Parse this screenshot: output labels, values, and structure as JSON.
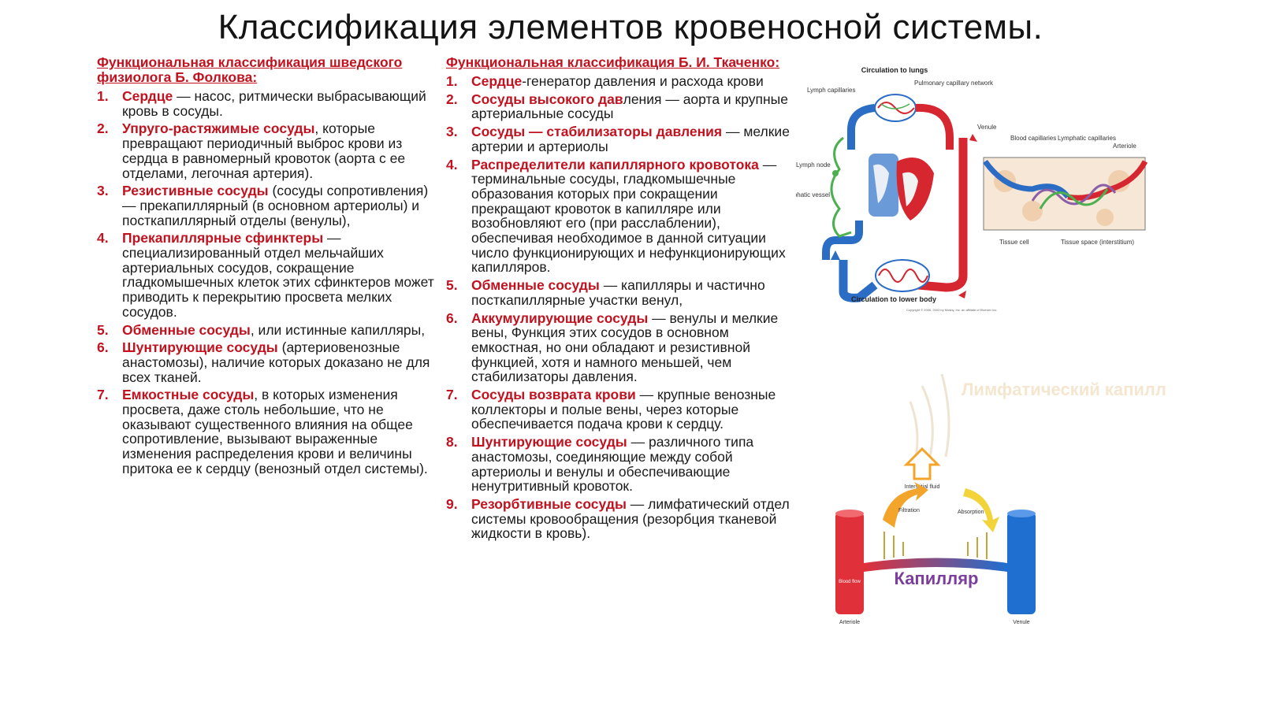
{
  "title": "Классификация элементов кровеносной системы.",
  "left_column": {
    "heading": "Функциональная классификация шведского физиолога Б. Фолкова:",
    "items": [
      {
        "num": "1.",
        "term": "Сердце",
        "text": " — насос, ритмически выбрасывающий кровь в сосуды."
      },
      {
        "num": "2.",
        "term": "Упруго-растяжимые сосуды",
        "text": ", которые превращают периодичный выброс крови из сердца в равномерный кровоток (аорта с ее отделами, легочная артерия)."
      },
      {
        "num": "3.",
        "term": "Резистивные сосуды",
        "text": " (сосуды сопротивления) — прекапиллярный (в основном артериолы) и посткапиллярный отделы (венулы),"
      },
      {
        "num": "4.",
        "term": "Прекапиллярные сфинктеры",
        "text": " — специализированный отдел мельчайших артериальных сосудов, сокращение гладкомышечных клеток этих сфинктеров может приводить к перекрытию просвета мелких сосудов."
      },
      {
        "num": "5.",
        "term": "Обменные сосуды",
        "text": ", или истинные капилляры,"
      },
      {
        "num": "6.",
        "term": "Шунтирующие сосуды",
        "text": " (артериовенозные анастомозы), наличие которых доказано не для всех тканей."
      },
      {
        "num": "7.",
        "term": "Емкостные сосуды",
        "text": ", в которых изменения просвета, даже столь небольшие, что не оказывают существенного влияния на общее сопротивление, вызывают выраженные изменения распределения крови и величины притока ее к сердцу (венозный отдел системы)."
      }
    ]
  },
  "middle_column": {
    "heading": "Функциональная классификация Б. И. Ткаченко:",
    "items": [
      {
        "num": "1.",
        "term": "Сердце",
        "text": "-генератор давления и расхода крови"
      },
      {
        "num": "2.",
        "term": "Сосуды высокого дав",
        "text": "ления — аорта и крупные артериальные сосуды"
      },
      {
        "num": "3.",
        "term": "Сосуды — стабилизаторы давления",
        "text": " — мелкие артерии и артериолы"
      },
      {
        "num": "4.",
        "term": "Распределители капиллярного кровотока",
        "text": " — терминальные сосуды, гладкомышечные образования которых при сокращении прекращают кровоток в капилляре или возобновляют его (при расслаблении), обеспечивая необходимое в данной ситуации число функционирующих и нефункционирующих капилляров."
      },
      {
        "num": "5.",
        "term": "Обменные сосуды",
        "text": " — капилляры и частично посткапиллярные участки венул,"
      },
      {
        "num": "6.",
        "term": "Аккумулирующие сосуды",
        "text": " — венулы и мелкие вены, Функция этих сосудов в основном емкостная, но они обладают и резистивной функцией, хотя и намного меньшей, чем стабилизаторы давления."
      },
      {
        "num": "7.",
        "term": "Сосуды возврата крови",
        "text": " — крупные венозные коллекторы и полые вены, через которые обеспечивается подача крови к сердцу."
      },
      {
        "num": "8.",
        "term": "Шунтирующие сосуды",
        "text": " — различного типа анастомозы, соединяющие между собой артериолы и венулы и обеспечивающие ненутритивный кровоток."
      },
      {
        "num": "9.",
        "term": "Резорбтивные сосуды",
        "text": " — лимфатический отдел системы кровообращения (резорбция тканевой жидкости в кровь)."
      }
    ]
  },
  "circulation_figure": {
    "labels": {
      "to_lungs": "Circulation to lungs",
      "pulmonary": "Pulmonary capillary network",
      "lymph_capillaries": "Lymph capillaries",
      "venule": "Venule",
      "blood_capillaries": "Blood capillaries",
      "lymphatic_capillaries": "Lymphatic capillaries",
      "arteriole": "Arteriole",
      "lymph_node": "Lymph node",
      "lymphatic_vessel": "Lymphatic vessel",
      "tissue_cell": "Tissue cell",
      "tissue_space": "Tissue space (interstitium)",
      "to_lower_body": "Circulation to lower body",
      "copyright": "Copyright © 2006, 2003 by Mosby, Inc. an affiliate of Elsevier Inc."
    },
    "colors": {
      "artery": "#d6262f",
      "vein": "#2b6cc4",
      "lymph": "#4caf50"
    }
  },
  "capillary_figure": {
    "labels": {
      "faded_title": "Лимфатический капилляр",
      "interstitial": "Interstitial fluid",
      "filtration": "Filtration",
      "absorption": "Absorption",
      "blood_flow": "Blood flow",
      "main": "Капилляр",
      "arteriole": "Arteriole",
      "venule": "Venule"
    },
    "colors": {
      "arteriole": "#e0303a",
      "venule": "#1f6fd1",
      "filtration": "#f3a42a",
      "absorption": "#f2d43a",
      "main_label": "#7b3e9c"
    }
  }
}
